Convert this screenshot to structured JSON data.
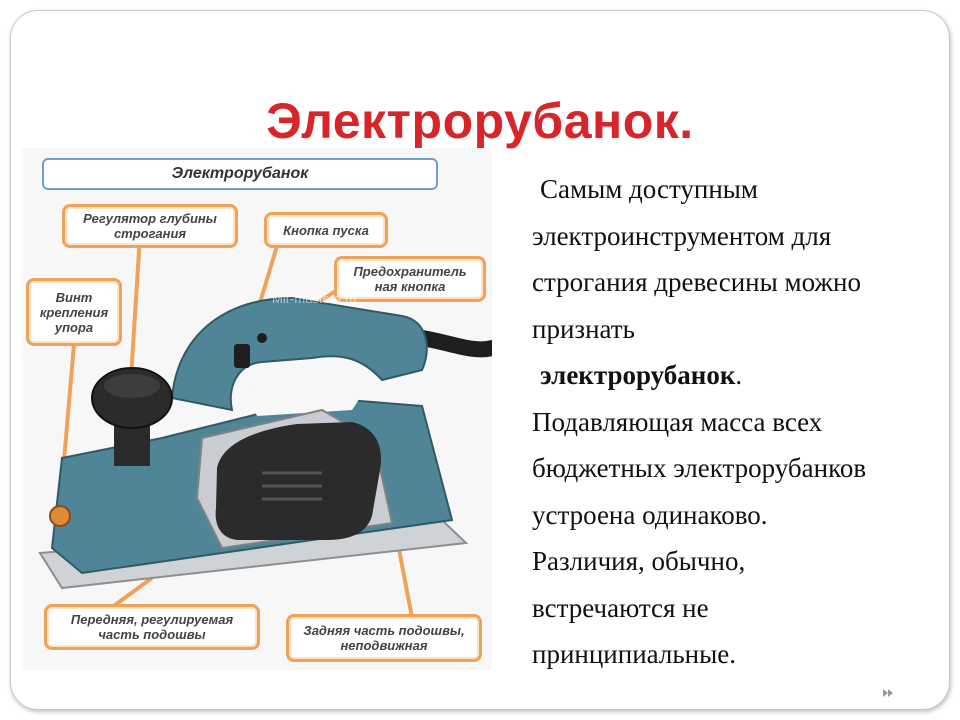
{
  "slide": {
    "title": "Электрорубанок",
    "title_dot": "."
  },
  "figure": {
    "header": "Электрорубанок",
    "watermark": "Mir-mastera.ru",
    "callouts": {
      "depth": "Регулятор глубины строгания",
      "start": "Кнопка пуска",
      "safety": "Предохранитель ная кнопка",
      "screw": "Винт крепления упора",
      "front": "Передняя, регулируемая часть подошвы",
      "rear": "Задняя часть подошвы, неподвижная"
    }
  },
  "body": {
    "line1": "Самым доступным",
    "line2": "электроинструментом для",
    "line3": "строгания древесины можно",
    "line4": "признать",
    "line5_bold": "электрорубанок",
    "line5_dot": ".",
    "line6": "Подавляющая масса всех",
    "line7": "бюджетных электрорубанков",
    "line8": "устроена одинаково.",
    "line9": "Различия, обычно,",
    "line10": "встречаются не",
    "line11": "принципиальные."
  },
  "colors": {
    "title": "#d8252a",
    "callout_border": "#f0a25a",
    "header_border": "#6fa0cf",
    "tool_body": "#4f8597"
  }
}
